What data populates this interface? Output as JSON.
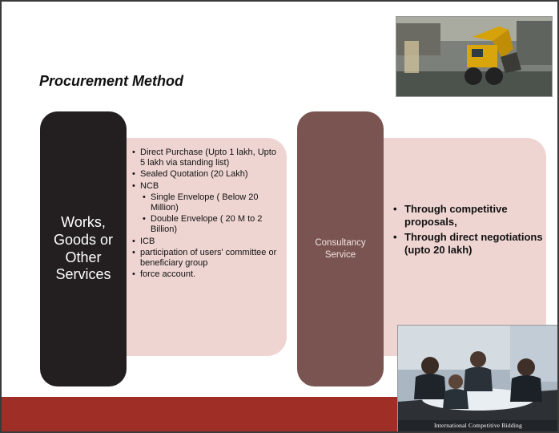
{
  "slide": {
    "title": "Procurement Method",
    "left_category": "Works, Goods or Other Services",
    "left_items": [
      "Direct Purchase (Upto 1 lakh, Upto 5 lakh via standing list)",
      "Sealed Quotation (20 Lakh)",
      "NCB",
      "Single Envelope ( Below 20 Million)",
      "Double Envelope ( 20 M to 2 Billion)",
      "ICB",
      "participation of users' committee or beneficiary group",
      "force account."
    ],
    "right_category": "Consultancy Service",
    "right_items": [
      "Through competitive proposals,",
      "Through direct negotiations (upto 20 lakh)"
    ],
    "photo_caption": "International Competitive Bidding"
  },
  "colors": {
    "dark_pill": "#231f20",
    "mid_pill": "#7a5451",
    "pink_panel": "#eed5d2",
    "band": "#9f2e26"
  },
  "icons": {
    "top_photo": "excavator-photo",
    "bottom_photo": "meeting-photo"
  }
}
